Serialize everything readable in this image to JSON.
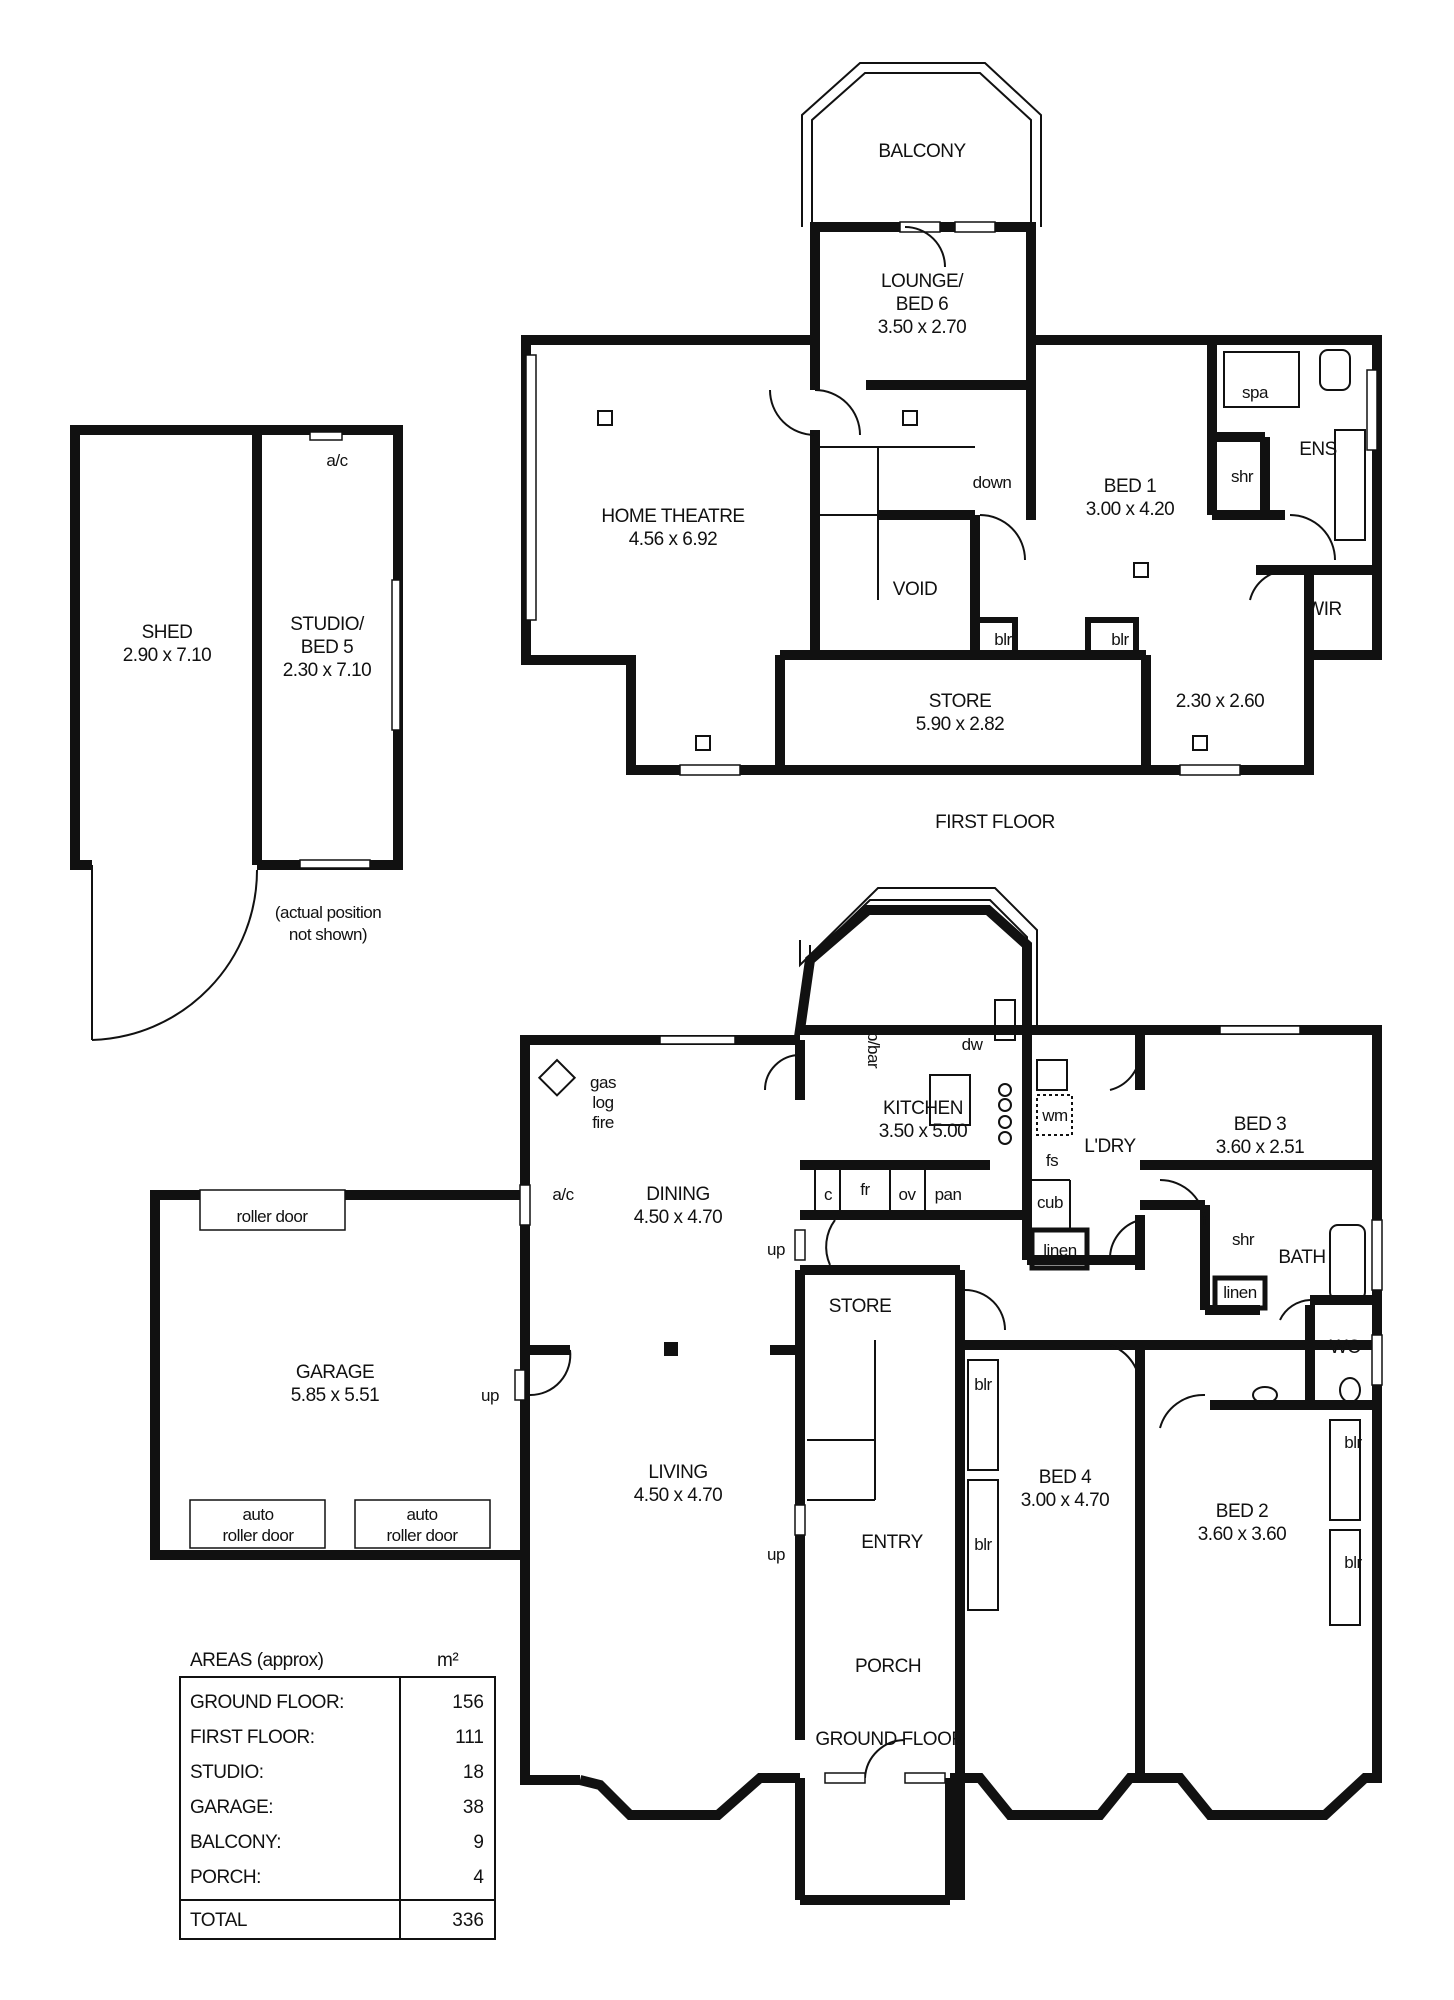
{
  "first_floor": {
    "caption": "FIRST FLOOR",
    "balcony": "BALCONY",
    "lounge_l1": "LOUNGE/",
    "lounge_l2": "BED 6",
    "lounge_dim": "3.50 x 2.70",
    "theatre_name": "HOME THEATRE",
    "theatre_dim": "4.56 x 6.92",
    "void": "VOID",
    "down": "down",
    "bed1_name": "BED 1",
    "bed1_dim": "3.00 x 4.20",
    "ens": "ENS",
    "spa": "spa",
    "shr": "shr",
    "wir": "WIR",
    "blr_a": "blr",
    "blr_b": "blr",
    "store_name": "STORE",
    "store_dim": "5.90 x 2.82",
    "room_dim": "2.30 x 2.60"
  },
  "shed": {
    "name": "SHED",
    "dim": "2.90 x 7.10",
    "studio_l1": "STUDIO/",
    "studio_l2": "BED 5",
    "studio_dim": "2.30 x 7.10",
    "ac": "a/c",
    "note_l1": "(actual position",
    "note_l2": "not shown)"
  },
  "ground_floor": {
    "caption": "GROUND FLOOR",
    "kitchen_name": "KITCHEN",
    "kitchen_dim": "3.50 x 5.00",
    "bbar": "b/bar",
    "dw": "dw",
    "c": "c",
    "fr": "fr",
    "ov": "ov",
    "pan": "pan",
    "gas1": "gas",
    "gas2": "log",
    "gas3": "fire",
    "dining_name": "DINING",
    "dining_dim": "4.50 x 4.70",
    "ac": "a/c",
    "up_a": "up",
    "up_b": "up",
    "up_c": "up",
    "living_name": "LIVING",
    "living_dim": "4.50 x 4.70",
    "garage_name": "GARAGE",
    "garage_dim": "5.85 x 5.51",
    "roller_door": "roller door",
    "auto1_l1": "auto",
    "auto1_l2": "roller door",
    "auto2_l1": "auto",
    "auto2_l2": "roller door",
    "store": "STORE",
    "entry": "ENTRY",
    "porch": "PORCH",
    "ldry": "L'DRY",
    "wm": "wm",
    "fs": "fs",
    "cub": "cub",
    "linen_a": "linen",
    "linen_b": "linen",
    "bed3_name": "BED 3",
    "bed3_dim": "3.60 x 2.51",
    "shr": "shr",
    "bath": "BATH",
    "wc": "WC",
    "bed4_name": "BED 4",
    "bed4_dim": "3.00 x 4.70",
    "bed2_name": "BED 2",
    "bed2_dim": "3.60 x 3.60",
    "blr_1": "blr",
    "blr_2": "blr",
    "blr_3": "blr",
    "blr_4": "blr"
  },
  "areas": {
    "heading": "AREAS (approx)",
    "unit": "m²",
    "rows": [
      {
        "label": "GROUND FLOOR:",
        "value": "156"
      },
      {
        "label": "FIRST FLOOR:",
        "value": "111"
      },
      {
        "label": "STUDIO:",
        "value": "18"
      },
      {
        "label": "GARAGE:",
        "value": "38"
      },
      {
        "label": "BALCONY:",
        "value": "9"
      },
      {
        "label": "PORCH:",
        "value": "4"
      }
    ],
    "total_label": "TOTAL",
    "total_value": "336"
  }
}
